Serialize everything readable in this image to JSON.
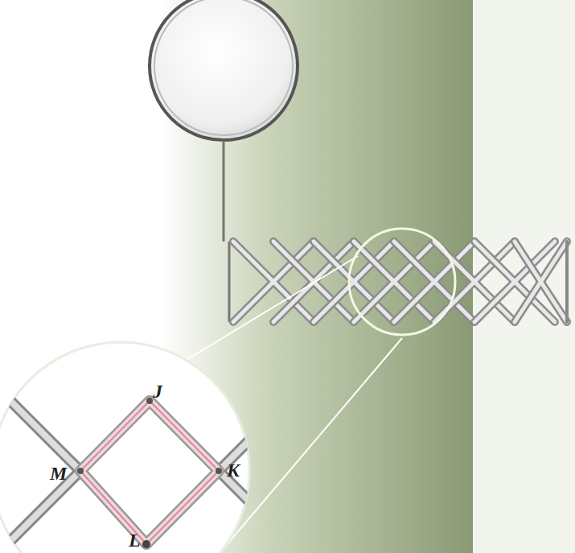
{
  "diagram": {
    "labels": [
      "J",
      "K",
      "L",
      "M"
    ]
  }
}
